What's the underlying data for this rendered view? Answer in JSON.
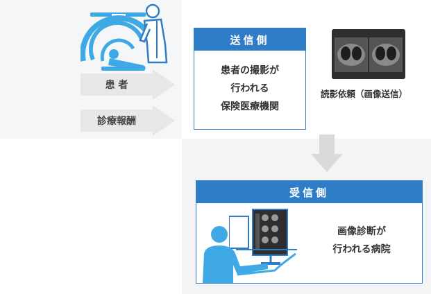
{
  "left_arrows": [
    {
      "label": "患 者"
    },
    {
      "label": "診療報酬"
    }
  ],
  "sender": {
    "header": "送信側",
    "lines": [
      "患者の撮影が",
      "行われる",
      "保険医療機関"
    ]
  },
  "scan": {
    "caption": "読影依頼（画像送信）"
  },
  "receiver": {
    "header": "受信側",
    "lines": [
      "画像診断が",
      "行われる病院"
    ]
  },
  "colors": {
    "brand_blue": "#2f7cc7",
    "light_blue": "#3fa9e6",
    "arrow_gray": "#e6e7e9",
    "down_arrow": "#d9dadc"
  },
  "icons": [
    "ct-scanner-icon",
    "doctor-icon",
    "ct-image-icon",
    "radiologist-icon",
    "monitor-icon",
    "down-arrow-icon"
  ]
}
